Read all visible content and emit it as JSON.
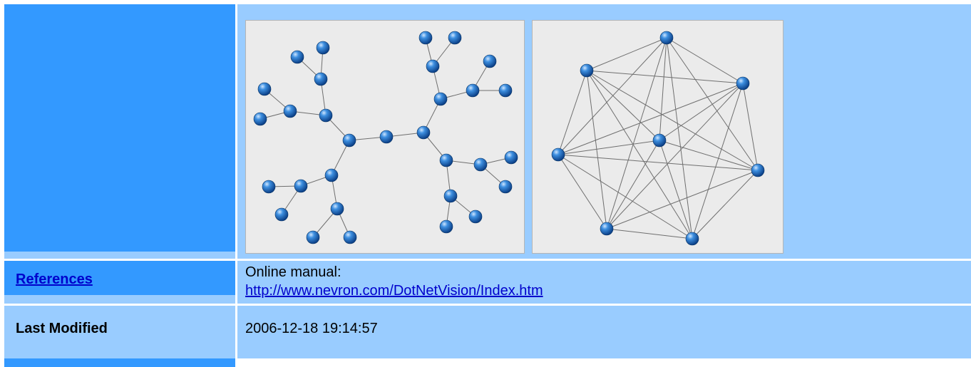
{
  "rows": {
    "images": {
      "tree_image_label": "",
      "mesh_image_label": ""
    },
    "references": {
      "label": "References",
      "intro": "Online manual:",
      "url": "http://www.nevron.com/DotNetVision/Index.htm"
    },
    "last_modified": {
      "label": "Last Modified",
      "value": "2006-12-18 19:14:57"
    }
  },
  "colors": {
    "label_bg": "#3399ff",
    "value_bg": "#99ccff",
    "link": "#0000cc",
    "node": "#1a6fc4",
    "diagram_bg": "#ebebeb"
  },
  "icons": {
    "node": "sphere-node-icon"
  }
}
